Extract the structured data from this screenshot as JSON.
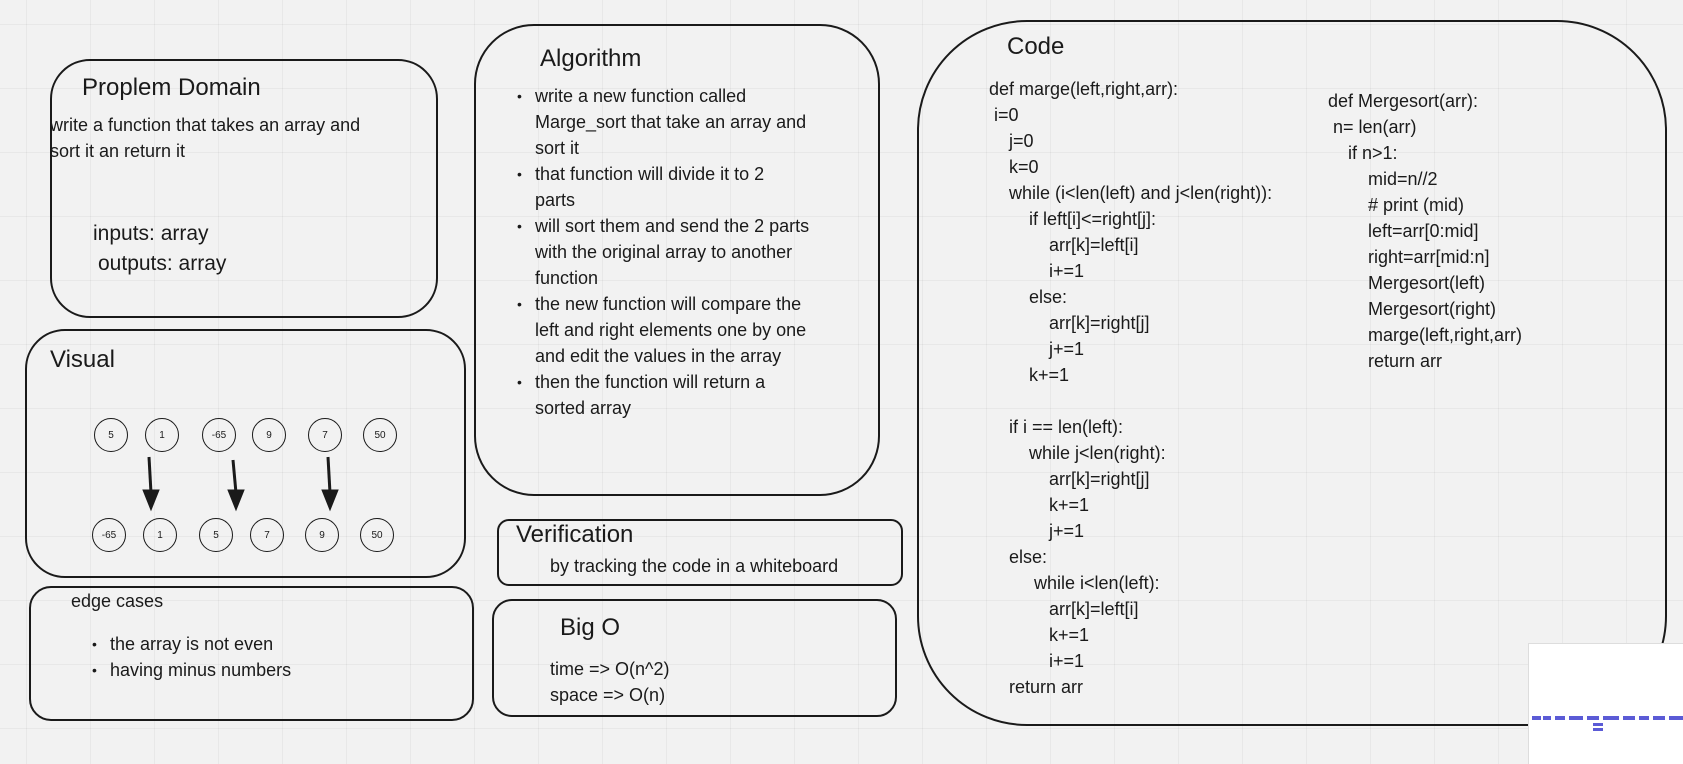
{
  "problem_domain": {
    "title": "Proplem Domain",
    "description_lines": [
      "write a function that takes an array and",
      "sort it an return it"
    ],
    "inputs": "inputs: array",
    "outputs": "outputs: array"
  },
  "algorithm": {
    "title": "Algorithm",
    "steps": [
      [
        "write a new function called",
        "Marge_sort that take an array and",
        "sort it"
      ],
      [
        "that function will divide it to 2",
        "parts"
      ],
      [
        "will sort them and send the 2 parts",
        "with the original array to another",
        "function"
      ],
      [
        "the new function will compare the",
        "left and right elements one by one",
        "and edit the values in the array"
      ],
      [
        "then the function will return a",
        "sorted array"
      ]
    ]
  },
  "code": {
    "title": "Code",
    "marge_lines": [
      "def marge(left,right,arr):",
      " i=0",
      "    j=0",
      "    k=0",
      "    while (i<len(left) and j<len(right)):",
      "        if left[i]<=right[j]:",
      "            arr[k]=left[i]",
      "            i+=1",
      "        else:",
      "            arr[k]=right[j]",
      "            j+=1",
      "        k+=1",
      "",
      "    if i == len(left):",
      "        while j<len(right):",
      "            arr[k]=right[j]",
      "            k+=1",
      "            j+=1",
      "    else:",
      "         while i<len(left):",
      "            arr[k]=left[i]",
      "            k+=1",
      "            i+=1",
      "    return arr"
    ],
    "mergesort_lines": [
      "def Mergesort(arr):",
      " n= len(arr)",
      "    if n>1:",
      "        mid=n//2",
      "        # print (mid)",
      "        left=arr[0:mid]",
      "        right=arr[mid:n]",
      "        Mergesort(left)",
      "        Mergesort(right)",
      "        marge(left,right,arr)",
      "        return arr"
    ]
  },
  "visual": {
    "title": "Visual",
    "top_row": [
      "5",
      "1",
      "-65",
      "9",
      "7",
      "50"
    ],
    "bottom_row": [
      "-65",
      "1",
      "5",
      "7",
      "9",
      "50"
    ]
  },
  "verification": {
    "title": "Verification",
    "text": "by tracking the  code in a whiteboard"
  },
  "edge_cases": {
    "title": "edge cases",
    "items": [
      "the array is not even",
      "having minus numbers"
    ]
  },
  "big_o": {
    "title": "Big O",
    "time": "time =>  O(n^2)",
    "space": "space => O(n)"
  },
  "colors": {
    "stroke": "#1a1a1a",
    "canvas": "#f2f2f2",
    "minimap_text": "#5b5bd6"
  }
}
